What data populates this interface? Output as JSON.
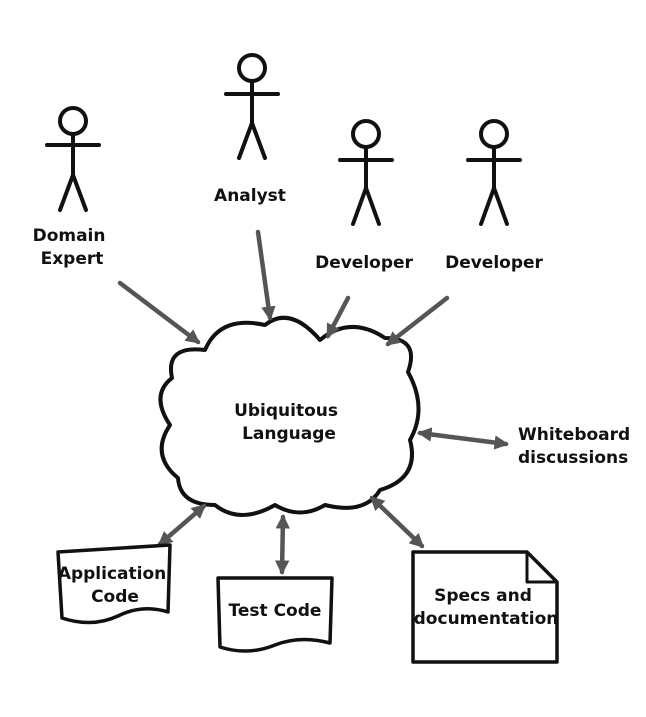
{
  "colors": {
    "ink": "#111111",
    "arrow": "#555555",
    "background": "#ffffff"
  },
  "actors": [
    {
      "id": "domain-expert",
      "lines": [
        "Domain",
        "Expert"
      ]
    },
    {
      "id": "analyst",
      "lines": [
        "Analyst"
      ]
    },
    {
      "id": "developer-1",
      "lines": [
        "Developer"
      ]
    },
    {
      "id": "developer-2",
      "lines": [
        "Developer"
      ]
    }
  ],
  "center": {
    "lines": [
      "Ubiquitous",
      "Language"
    ]
  },
  "whiteboard": {
    "lines": [
      "Whiteboard",
      "discussions"
    ]
  },
  "documents": [
    {
      "id": "application-code",
      "lines": [
        "Application",
        "Code"
      ]
    },
    {
      "id": "test-code",
      "lines": [
        "Test Code"
      ]
    },
    {
      "id": "specs",
      "lines": [
        "Specs and",
        "documentation"
      ]
    }
  ]
}
